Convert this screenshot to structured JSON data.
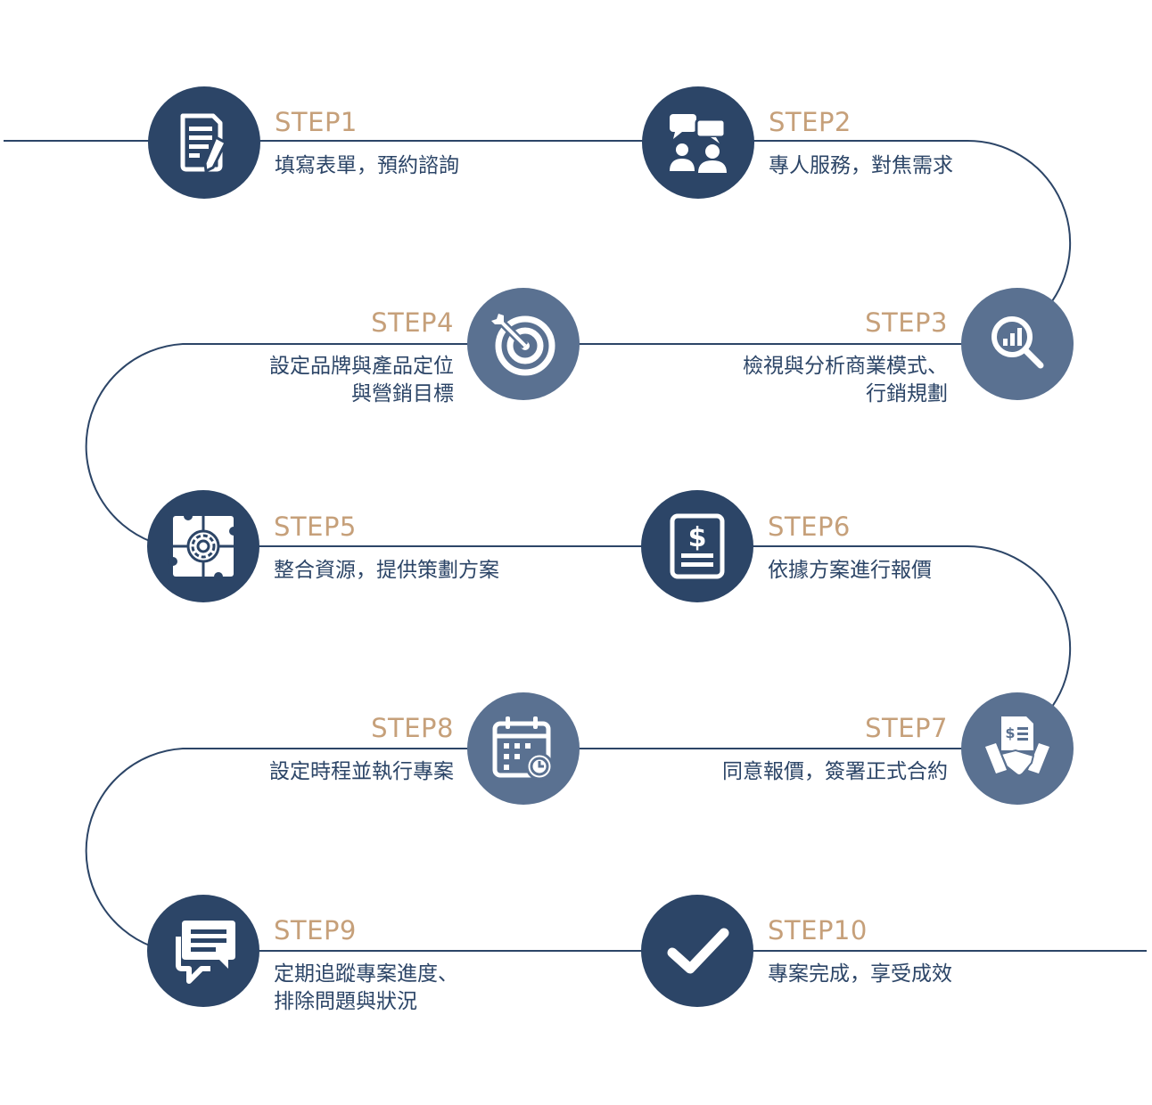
{
  "colors": {
    "line": "#2c4567",
    "dark_circle": "#2c4567",
    "light_circle": "#5a7191",
    "step_label": "#c6a07a",
    "desc_text": "#2c4567"
  },
  "steps": [
    {
      "label": "STEP1",
      "desc": "填寫表單，預約諮詢",
      "icon": "form-icon"
    },
    {
      "label": "STEP2",
      "desc": "專人服務，對焦需求",
      "icon": "consultation-icon"
    },
    {
      "label": "STEP3",
      "desc": "檢視與分析商業模式、\n行銷規劃",
      "icon": "analysis-icon"
    },
    {
      "label": "STEP4",
      "desc": "設定品牌與產品定位\n與營銷目標",
      "icon": "target-icon"
    },
    {
      "label": "STEP5",
      "desc": "整合資源，提供策劃方案",
      "icon": "puzzle-gear-icon"
    },
    {
      "label": "STEP6",
      "desc": "依據方案進行報價",
      "icon": "quote-document-icon"
    },
    {
      "label": "STEP7",
      "desc": "同意報價，簽署正式合約",
      "icon": "handshake-contract-icon"
    },
    {
      "label": "STEP8",
      "desc": "設定時程並執行專案",
      "icon": "calendar-clock-icon"
    },
    {
      "label": "STEP9",
      "desc": "定期追蹤專案進度、\n排除問題與狀況",
      "icon": "chat-icon"
    },
    {
      "label": "STEP10",
      "desc": "專案完成，享受成效",
      "icon": "check-icon"
    }
  ]
}
